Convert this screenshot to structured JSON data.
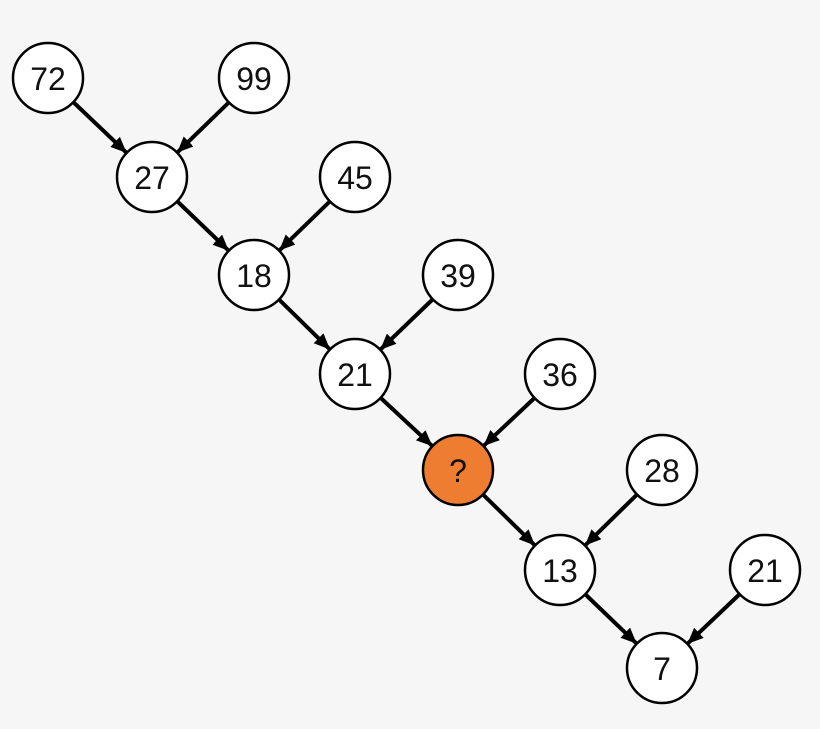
{
  "colors": {
    "background": "#f6f6f6",
    "node_fill": "#ffffff",
    "highlight_fill": "#ee7d31",
    "stroke": "#000000"
  },
  "nodes": [
    {
      "id": "n72",
      "label": "72"
    },
    {
      "id": "n99",
      "label": "99"
    },
    {
      "id": "n27",
      "label": "27"
    },
    {
      "id": "n45",
      "label": "45"
    },
    {
      "id": "n18",
      "label": "18"
    },
    {
      "id": "n39",
      "label": "39"
    },
    {
      "id": "n21a",
      "label": "21"
    },
    {
      "id": "n36",
      "label": "36"
    },
    {
      "id": "nq",
      "label": "?",
      "highlight": true
    },
    {
      "id": "n28",
      "label": "28"
    },
    {
      "id": "n13",
      "label": "13"
    },
    {
      "id": "n21b",
      "label": "21"
    },
    {
      "id": "n7",
      "label": "7"
    }
  ],
  "edges": [
    {
      "from": "n72",
      "to": "n27"
    },
    {
      "from": "n99",
      "to": "n27"
    },
    {
      "from": "n27",
      "to": "n18"
    },
    {
      "from": "n45",
      "to": "n18"
    },
    {
      "from": "n18",
      "to": "n21a"
    },
    {
      "from": "n39",
      "to": "n21a"
    },
    {
      "from": "n21a",
      "to": "nq"
    },
    {
      "from": "n36",
      "to": "nq"
    },
    {
      "from": "nq",
      "to": "n13"
    },
    {
      "from": "n28",
      "to": "n13"
    },
    {
      "from": "n13",
      "to": "n7"
    },
    {
      "from": "n21b",
      "to": "n7"
    }
  ]
}
